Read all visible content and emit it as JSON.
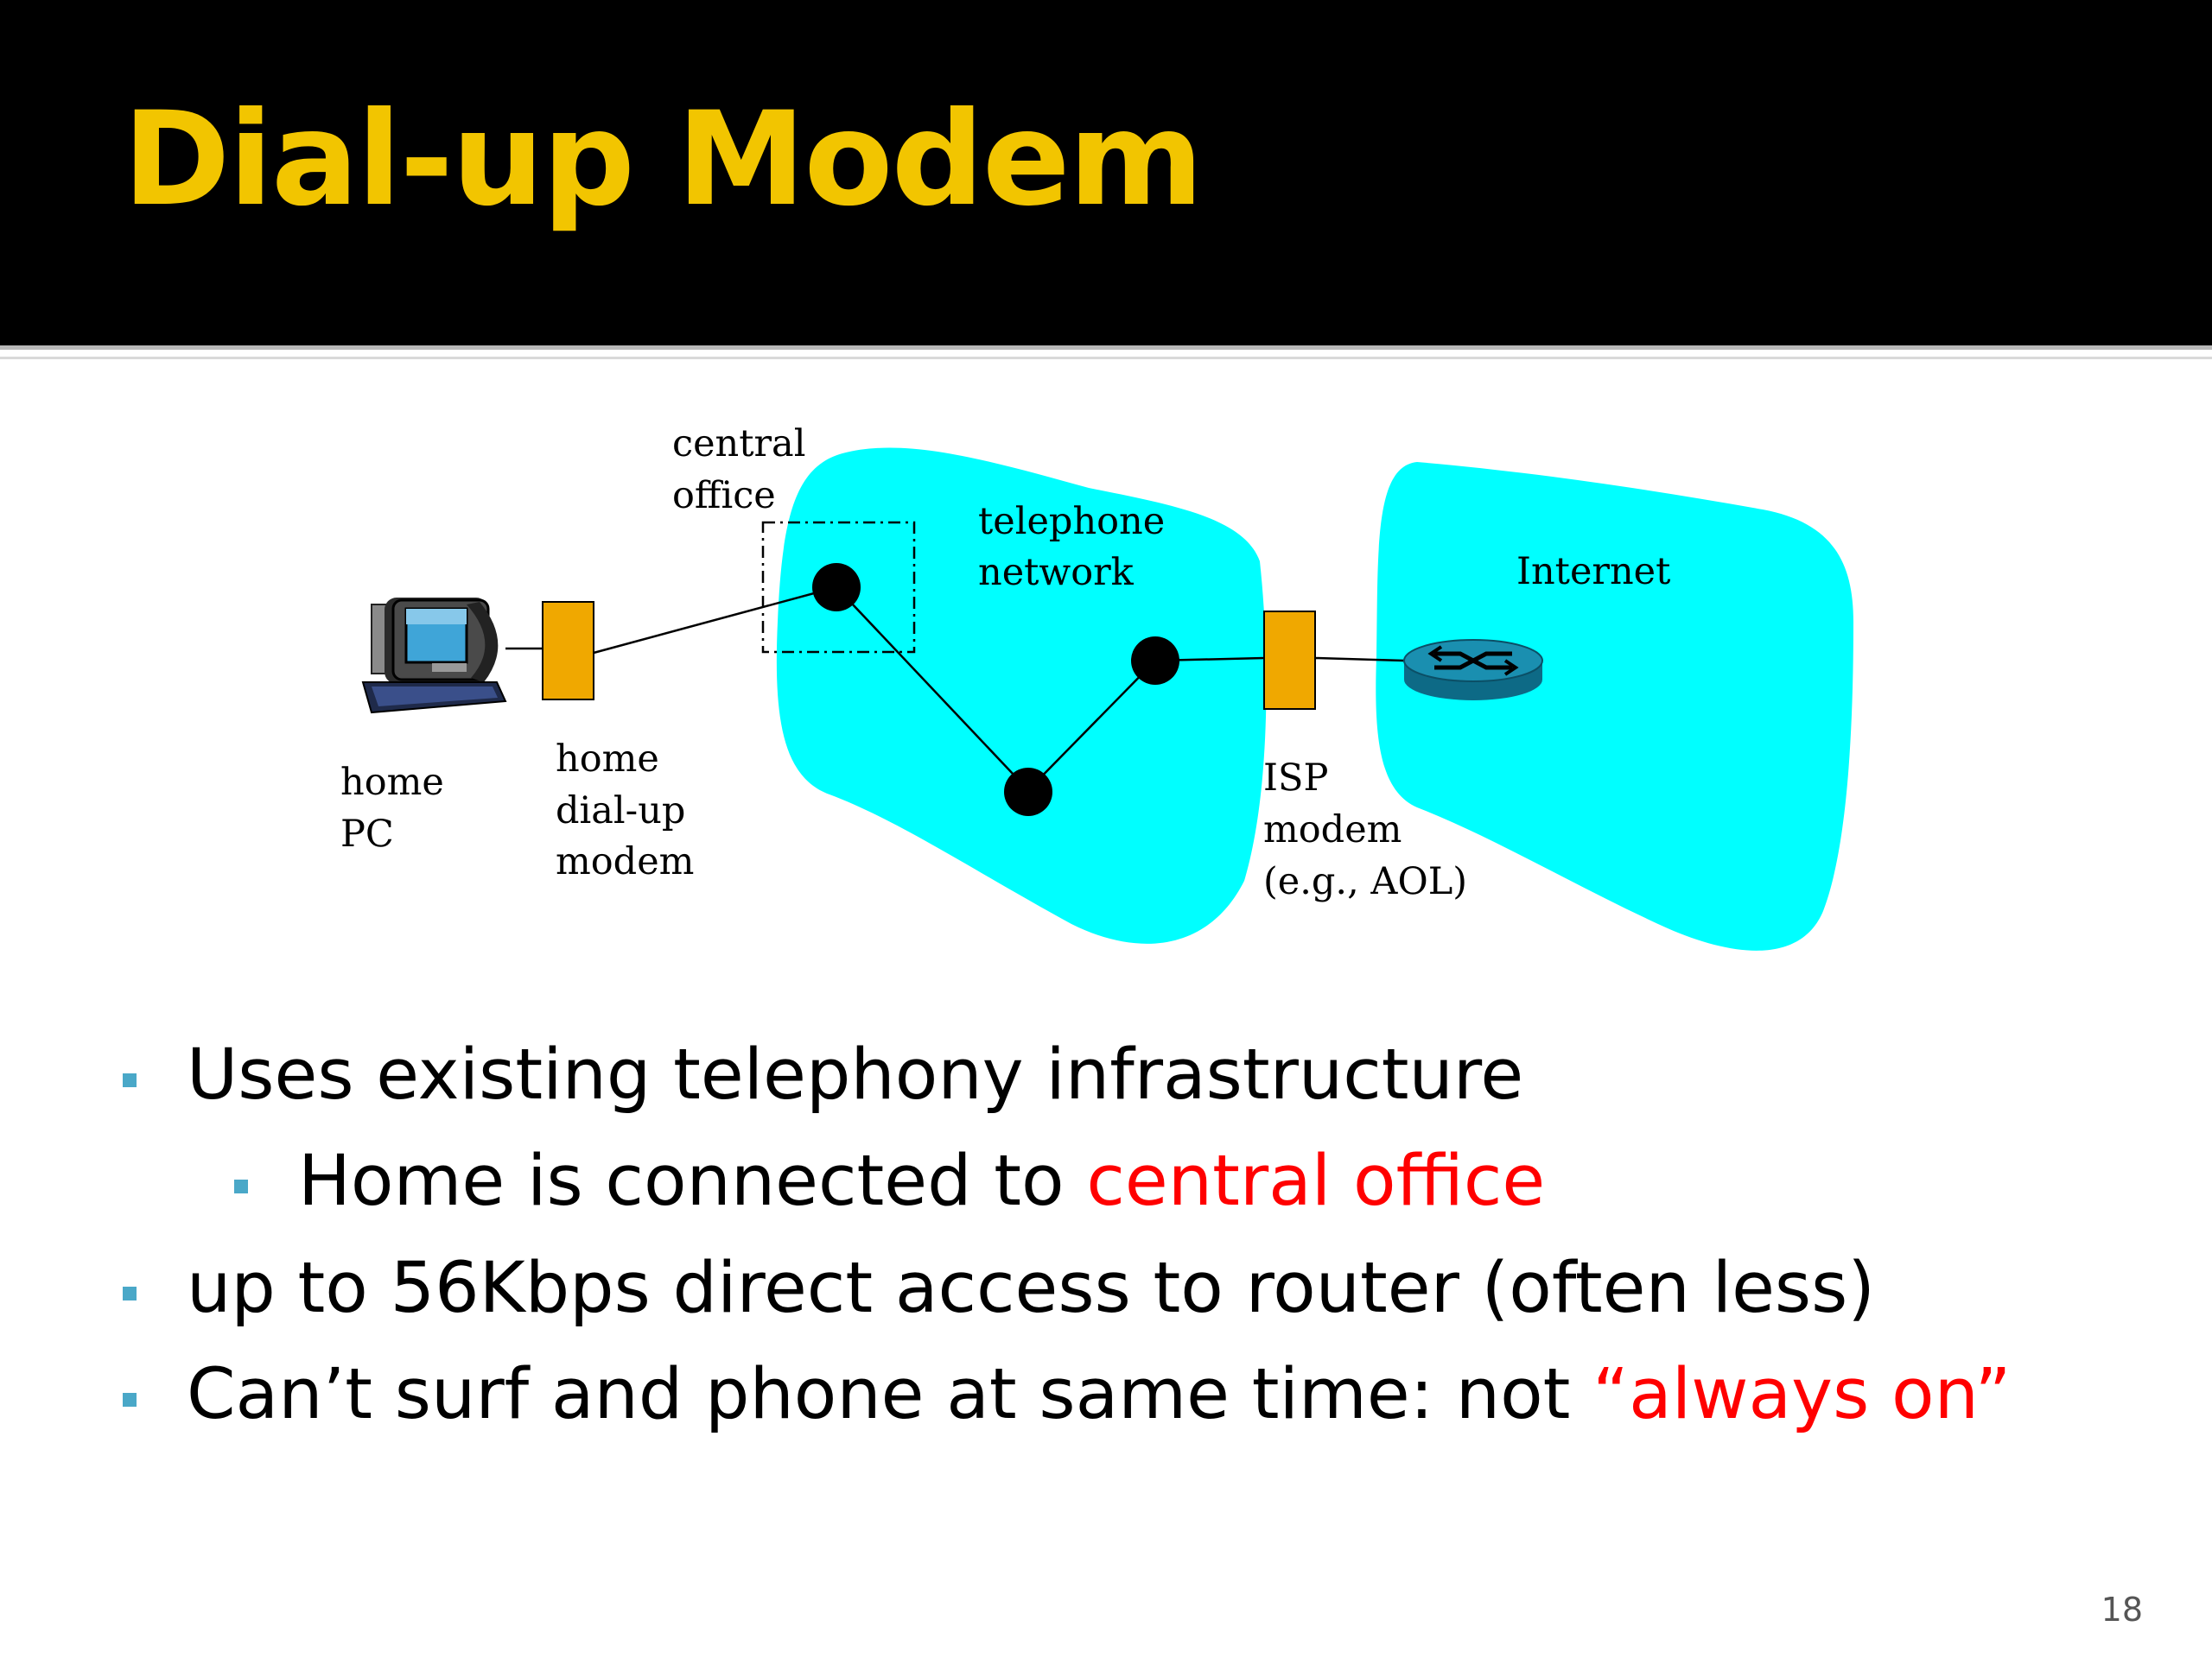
{
  "slide": {
    "title": "Dial-up Modem",
    "page_number": "18"
  },
  "diagram": {
    "labels": {
      "central_office": [
        "central",
        "office"
      ],
      "telephone_network": [
        "telephone",
        "network"
      ],
      "internet": "Internet",
      "home_pc": [
        "home",
        "PC"
      ],
      "home_modem": [
        "home",
        "dial-up",
        "modem"
      ],
      "isp_modem": [
        "ISP",
        "modem",
        "(e.g., AOL)"
      ]
    },
    "colors": {
      "cloud": "#00ffff",
      "modem": "#f0a800",
      "router": "#1a8fb0"
    }
  },
  "bullets": [
    {
      "level": 1,
      "text": "Uses existing telephony infrastructure",
      "highlight": ""
    },
    {
      "level": 2,
      "text": "Home is connected to ",
      "highlight": "central office"
    },
    {
      "level": 1,
      "text": "up to 56Kbps direct access to router (often less)",
      "highlight": ""
    },
    {
      "level": 1,
      "text": "Can’t surf and phone at same time: not ",
      "highlight": "“always on”"
    }
  ]
}
